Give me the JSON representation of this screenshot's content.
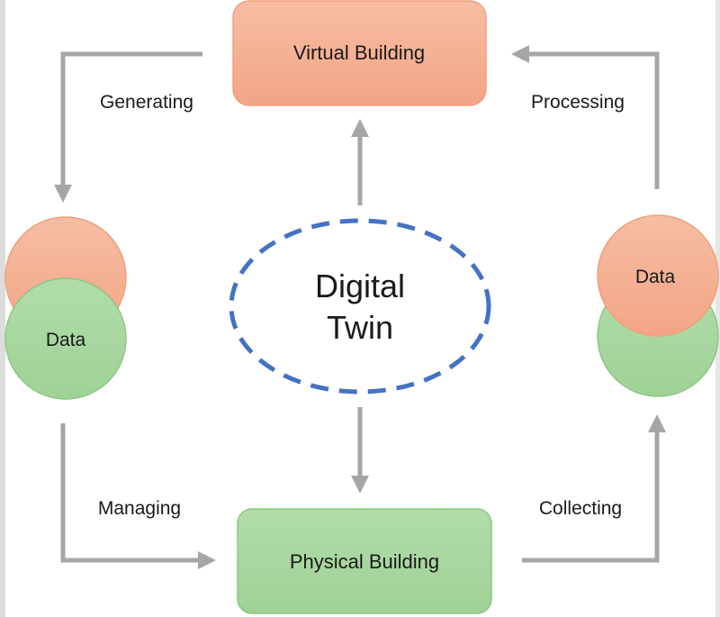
{
  "title": "Digital Twin",
  "center": {
    "line1": "Digital",
    "line2": "Twin"
  },
  "nodes": {
    "virtual_building": "Virtual Building",
    "physical_building": "Physical Building",
    "data_left": "Data",
    "data_right": "Data"
  },
  "edges": {
    "generating": "Generating",
    "processing": "Processing",
    "managing": "Managing",
    "collecting": "Collecting"
  },
  "colors": {
    "orange_fill": "#f4b095",
    "orange_stroke": "#f0a07c",
    "green_fill": "#a8d5a0",
    "green_stroke": "#8cc784",
    "arrow": "#a6a6a6",
    "dash": "#4472c4"
  }
}
